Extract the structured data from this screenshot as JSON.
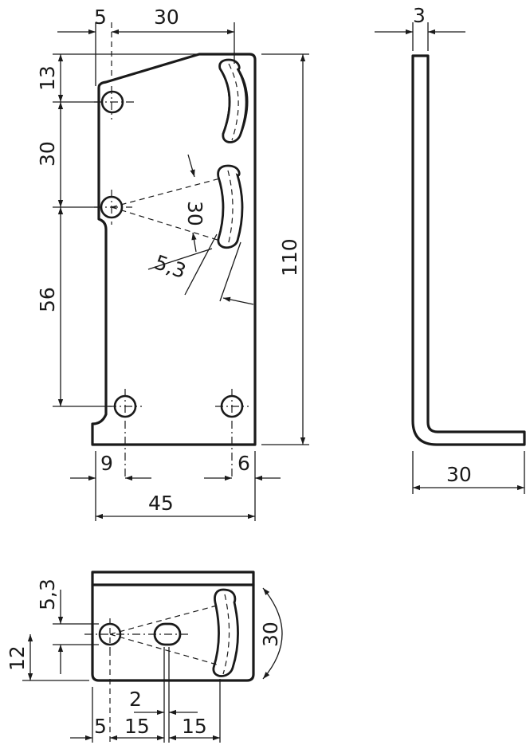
{
  "drawing": {
    "line_color": "#1a1a1a",
    "background": "#ffffff",
    "front_view": {
      "dims": {
        "top_offset": "5",
        "top_width": "30",
        "top_margin": "13",
        "hole_spacing": "30",
        "lower_spacing": "56",
        "height": "110",
        "slot_angle": "30",
        "slot_width": "5,3",
        "left_hole_offset": "9",
        "right_hole_offset": "6",
        "width": "45"
      }
    },
    "side_view": {
      "dims": {
        "thickness": "3",
        "flange": "30"
      }
    },
    "bottom_view": {
      "dims": {
        "slot_width": "5,3",
        "height": "12",
        "angle": "30",
        "small_offset": "2",
        "left_offset": "5",
        "spacing_1": "15",
        "spacing_2": "15"
      }
    }
  }
}
